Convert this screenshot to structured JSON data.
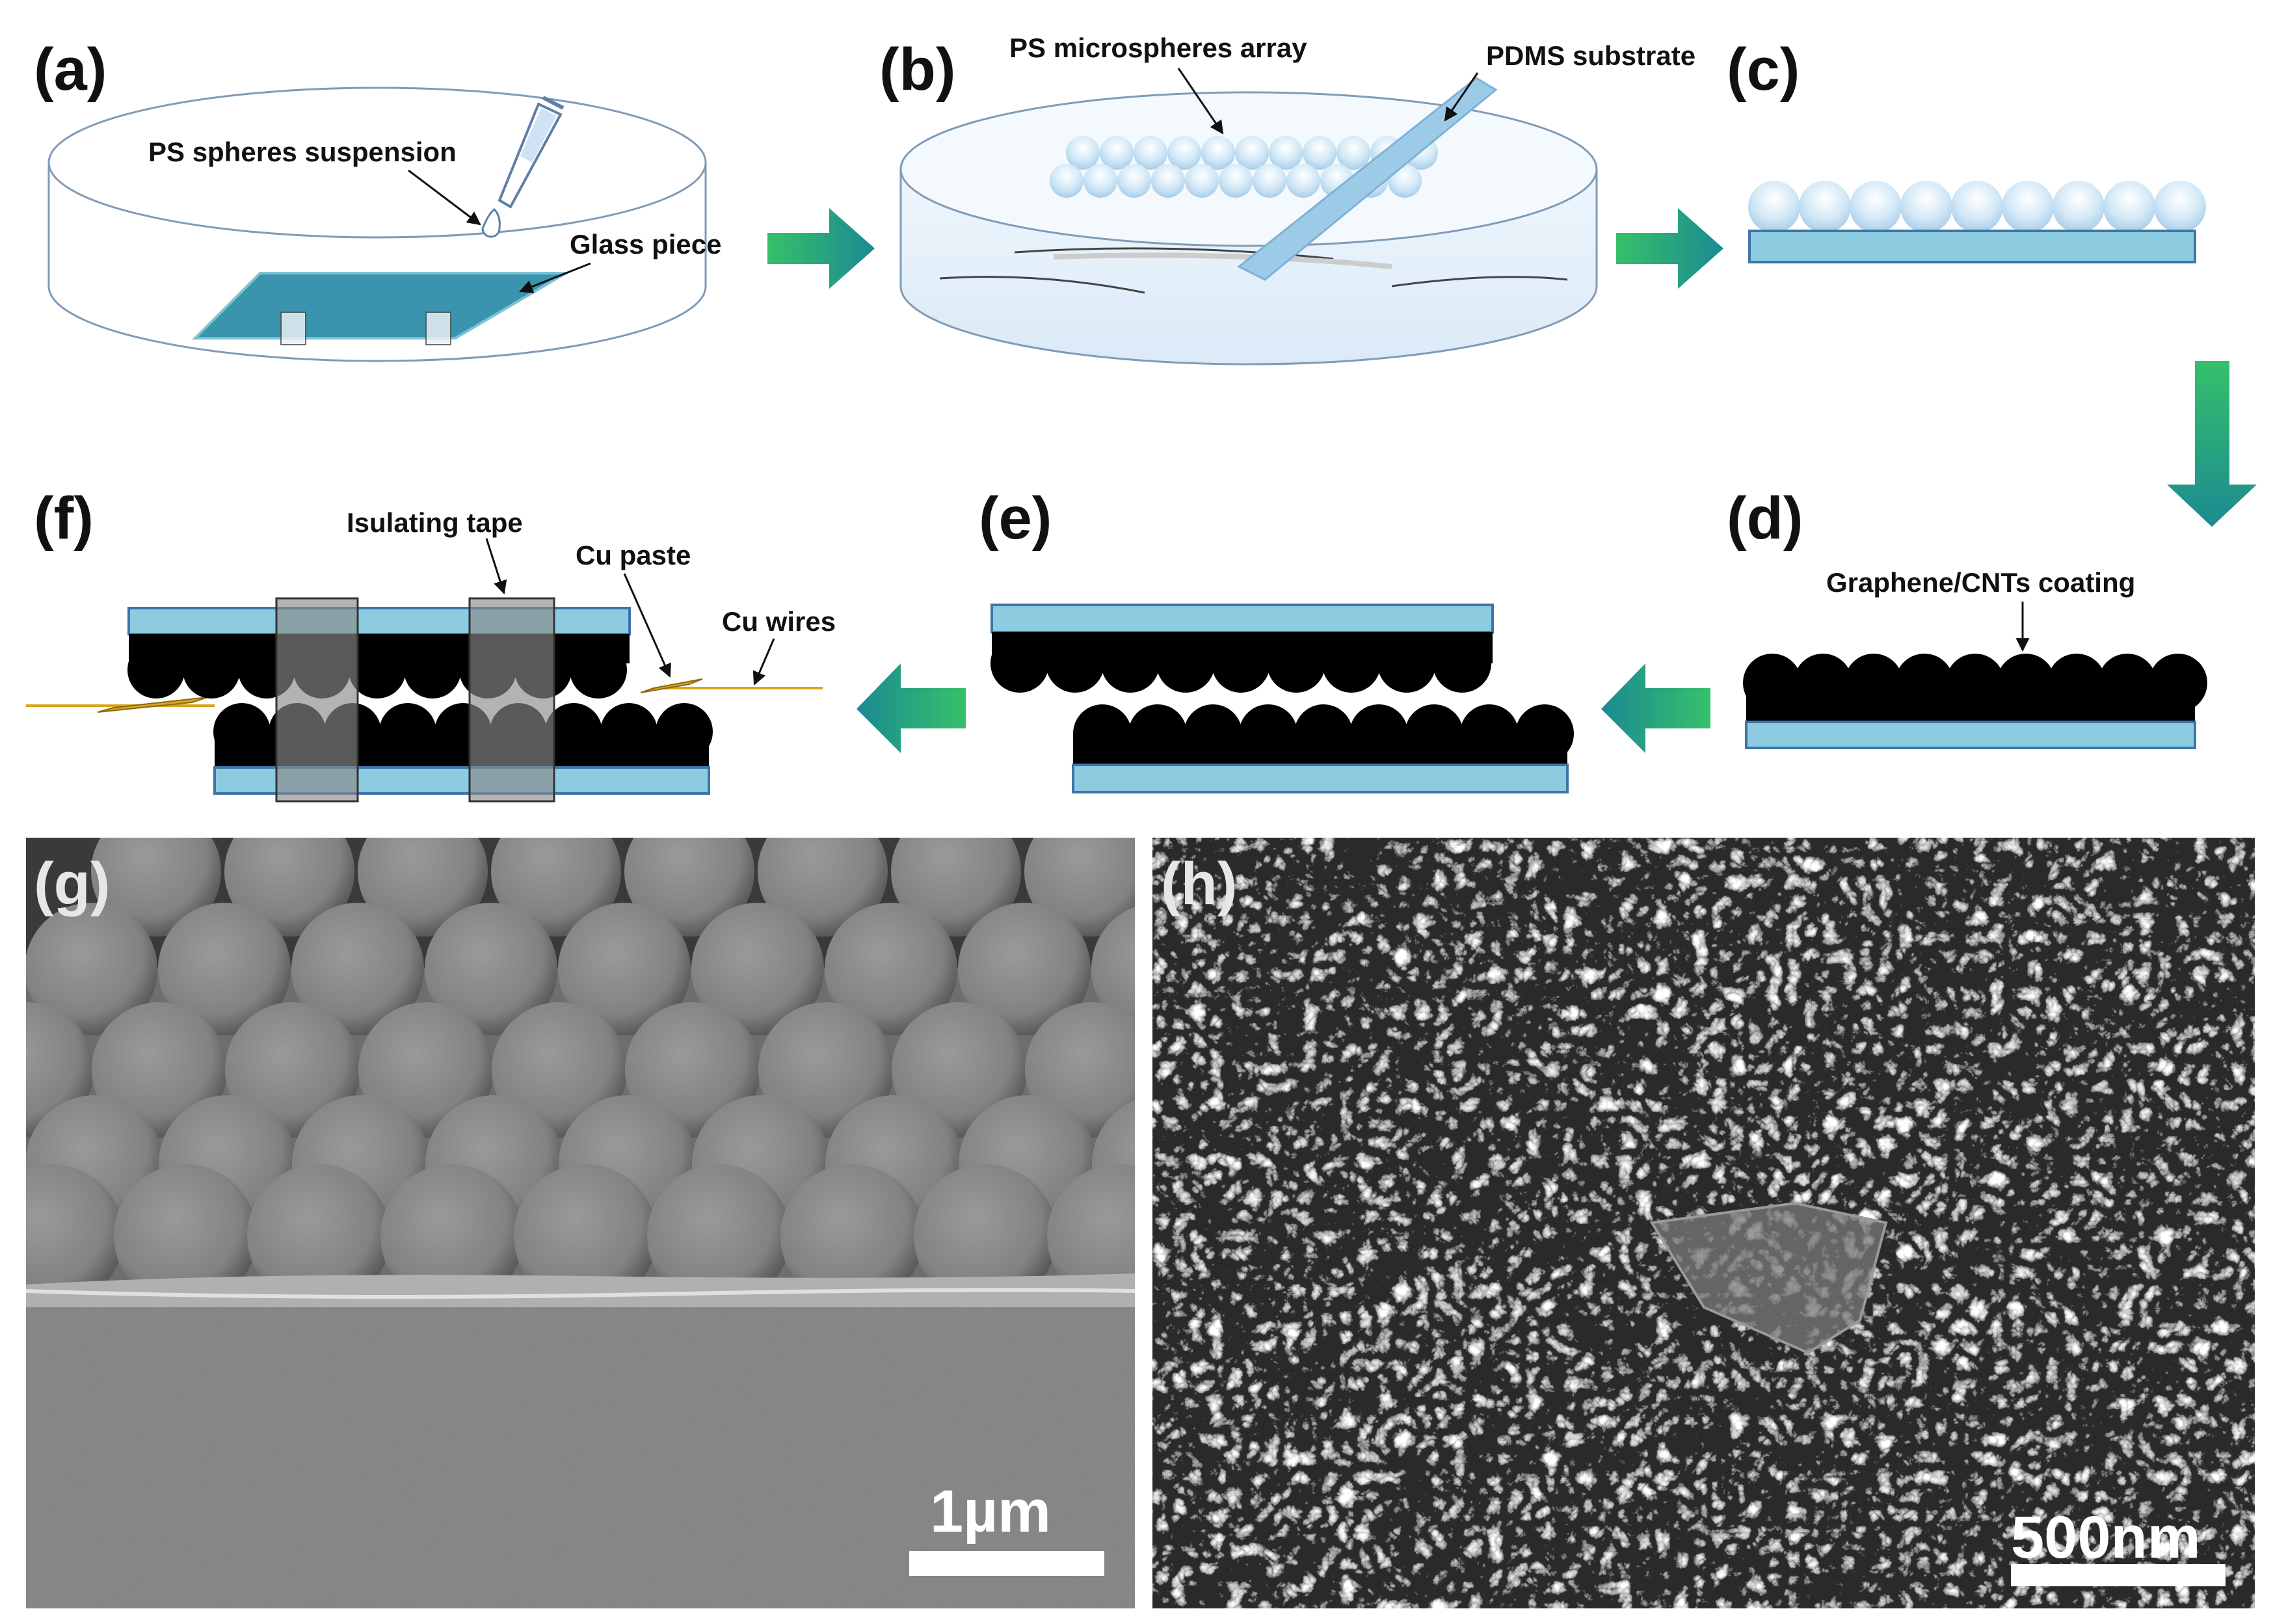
{
  "panels": {
    "a": {
      "label": "(a)",
      "suspension": "PS spheres suspension",
      "glass": "Glass piece"
    },
    "b": {
      "label": "(b)",
      "array": "PS microspheres array",
      "substrate": "PDMS substrate"
    },
    "c": {
      "label": "(c)"
    },
    "d": {
      "label": "(d)",
      "coating": "Graphene/CNTs coating"
    },
    "e": {
      "label": "(e)"
    },
    "f": {
      "label": "(f)",
      "tape": "Isulating tape",
      "paste": "Cu paste",
      "wires": "Cu wires"
    },
    "g": {
      "label": "(g)",
      "scale": "1µm"
    },
    "h": {
      "label": "(h)",
      "scale": "500nm"
    }
  },
  "colors": {
    "arrow_teal": "#1c8a92",
    "arrow_green": "#35c06a",
    "substrate_blue": "#8ccbe0",
    "glass_teal": "#3a94ae",
    "copper": "#d9a520"
  }
}
